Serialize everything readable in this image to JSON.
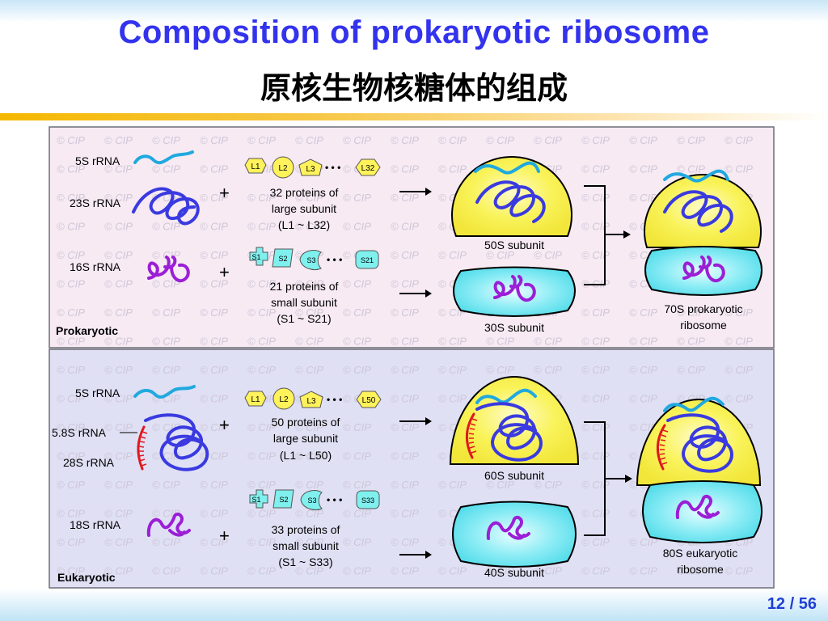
{
  "slide": {
    "title_en": "Composition of prokaryotic ribosome",
    "title_cn": "原核生物核糖体的组成",
    "page_current": "12",
    "page_sep": "/",
    "page_total": "56"
  },
  "figure": {
    "watermark": "© CIP",
    "colors": {
      "panel_top": "#f7eaf3",
      "panel_bottom": "#dfe0f4",
      "large_subunit": "#f7f04a",
      "small_subunit": "#6fe6f2",
      "rrna_5s": "#21a9df",
      "rrna_large": "#3a3ae0",
      "rrna_small": "#9b1fd6",
      "rrna_58s": "#e0181e",
      "protein_large": "#fff25a",
      "protein_small": "#7ff0ee"
    },
    "prokaryotic": {
      "section_label": "Prokaryotic",
      "rrna_5s": "5S rRNA",
      "rrna_large": "23S rRNA",
      "rrna_small": "16S rRNA",
      "large_proteins": {
        "first": "L1",
        "second": "L2",
        "third": "L3",
        "last": "L32",
        "line1": "32 proteins of",
        "line2": "large subunit",
        "line3": "(L1 ~ L32)"
      },
      "small_proteins": {
        "first": "S1",
        "second": "S2",
        "third": "S3",
        "last": "S21",
        "line1": "21 proteins of",
        "line2": "small subunit",
        "line3": "(S1 ~ S21)"
      },
      "large_subunit": "50S subunit",
      "small_subunit": "30S subunit",
      "ribosome_line1": "70S prokaryotic",
      "ribosome_line2": "ribosome"
    },
    "eukaryotic": {
      "section_label": "Eukaryotic",
      "rrna_5s": "5S rRNA",
      "rrna_58s": "5.8S rRNA",
      "rrna_large": "28S rRNA",
      "rrna_small": "18S rRNA",
      "large_proteins": {
        "first": "L1",
        "second": "L2",
        "third": "L3",
        "last": "L50",
        "line1": "50 proteins of",
        "line2": "large subunit",
        "line3": "(L1 ~ L50)"
      },
      "small_proteins": {
        "first": "S1",
        "second": "S2",
        "third": "S3",
        "last": "S33",
        "line1": "33 proteins of",
        "line2": "small subunit",
        "line3": "(S1 ~ S33)"
      },
      "large_subunit": "60S subunit",
      "small_subunit": "40S subunit",
      "ribosome_line1": "80S eukaryotic",
      "ribosome_line2": "ribosome"
    },
    "plus": "+",
    "dots": "• • •"
  }
}
